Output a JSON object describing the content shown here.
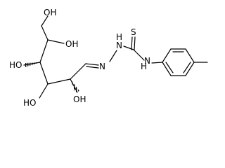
{
  "structure": {
    "atoms": {
      "oh_top": "OH",
      "oh_c5": "OH",
      "ho_c4": "HO",
      "ho_c3": "HO",
      "oh_c2": "OH",
      "n_imine": "N",
      "nh_hydrazide": "N",
      "h_hydrazide": "H",
      "s_thione": "S",
      "h_thioamide": "H",
      "n_thioamide": "N"
    }
  }
}
